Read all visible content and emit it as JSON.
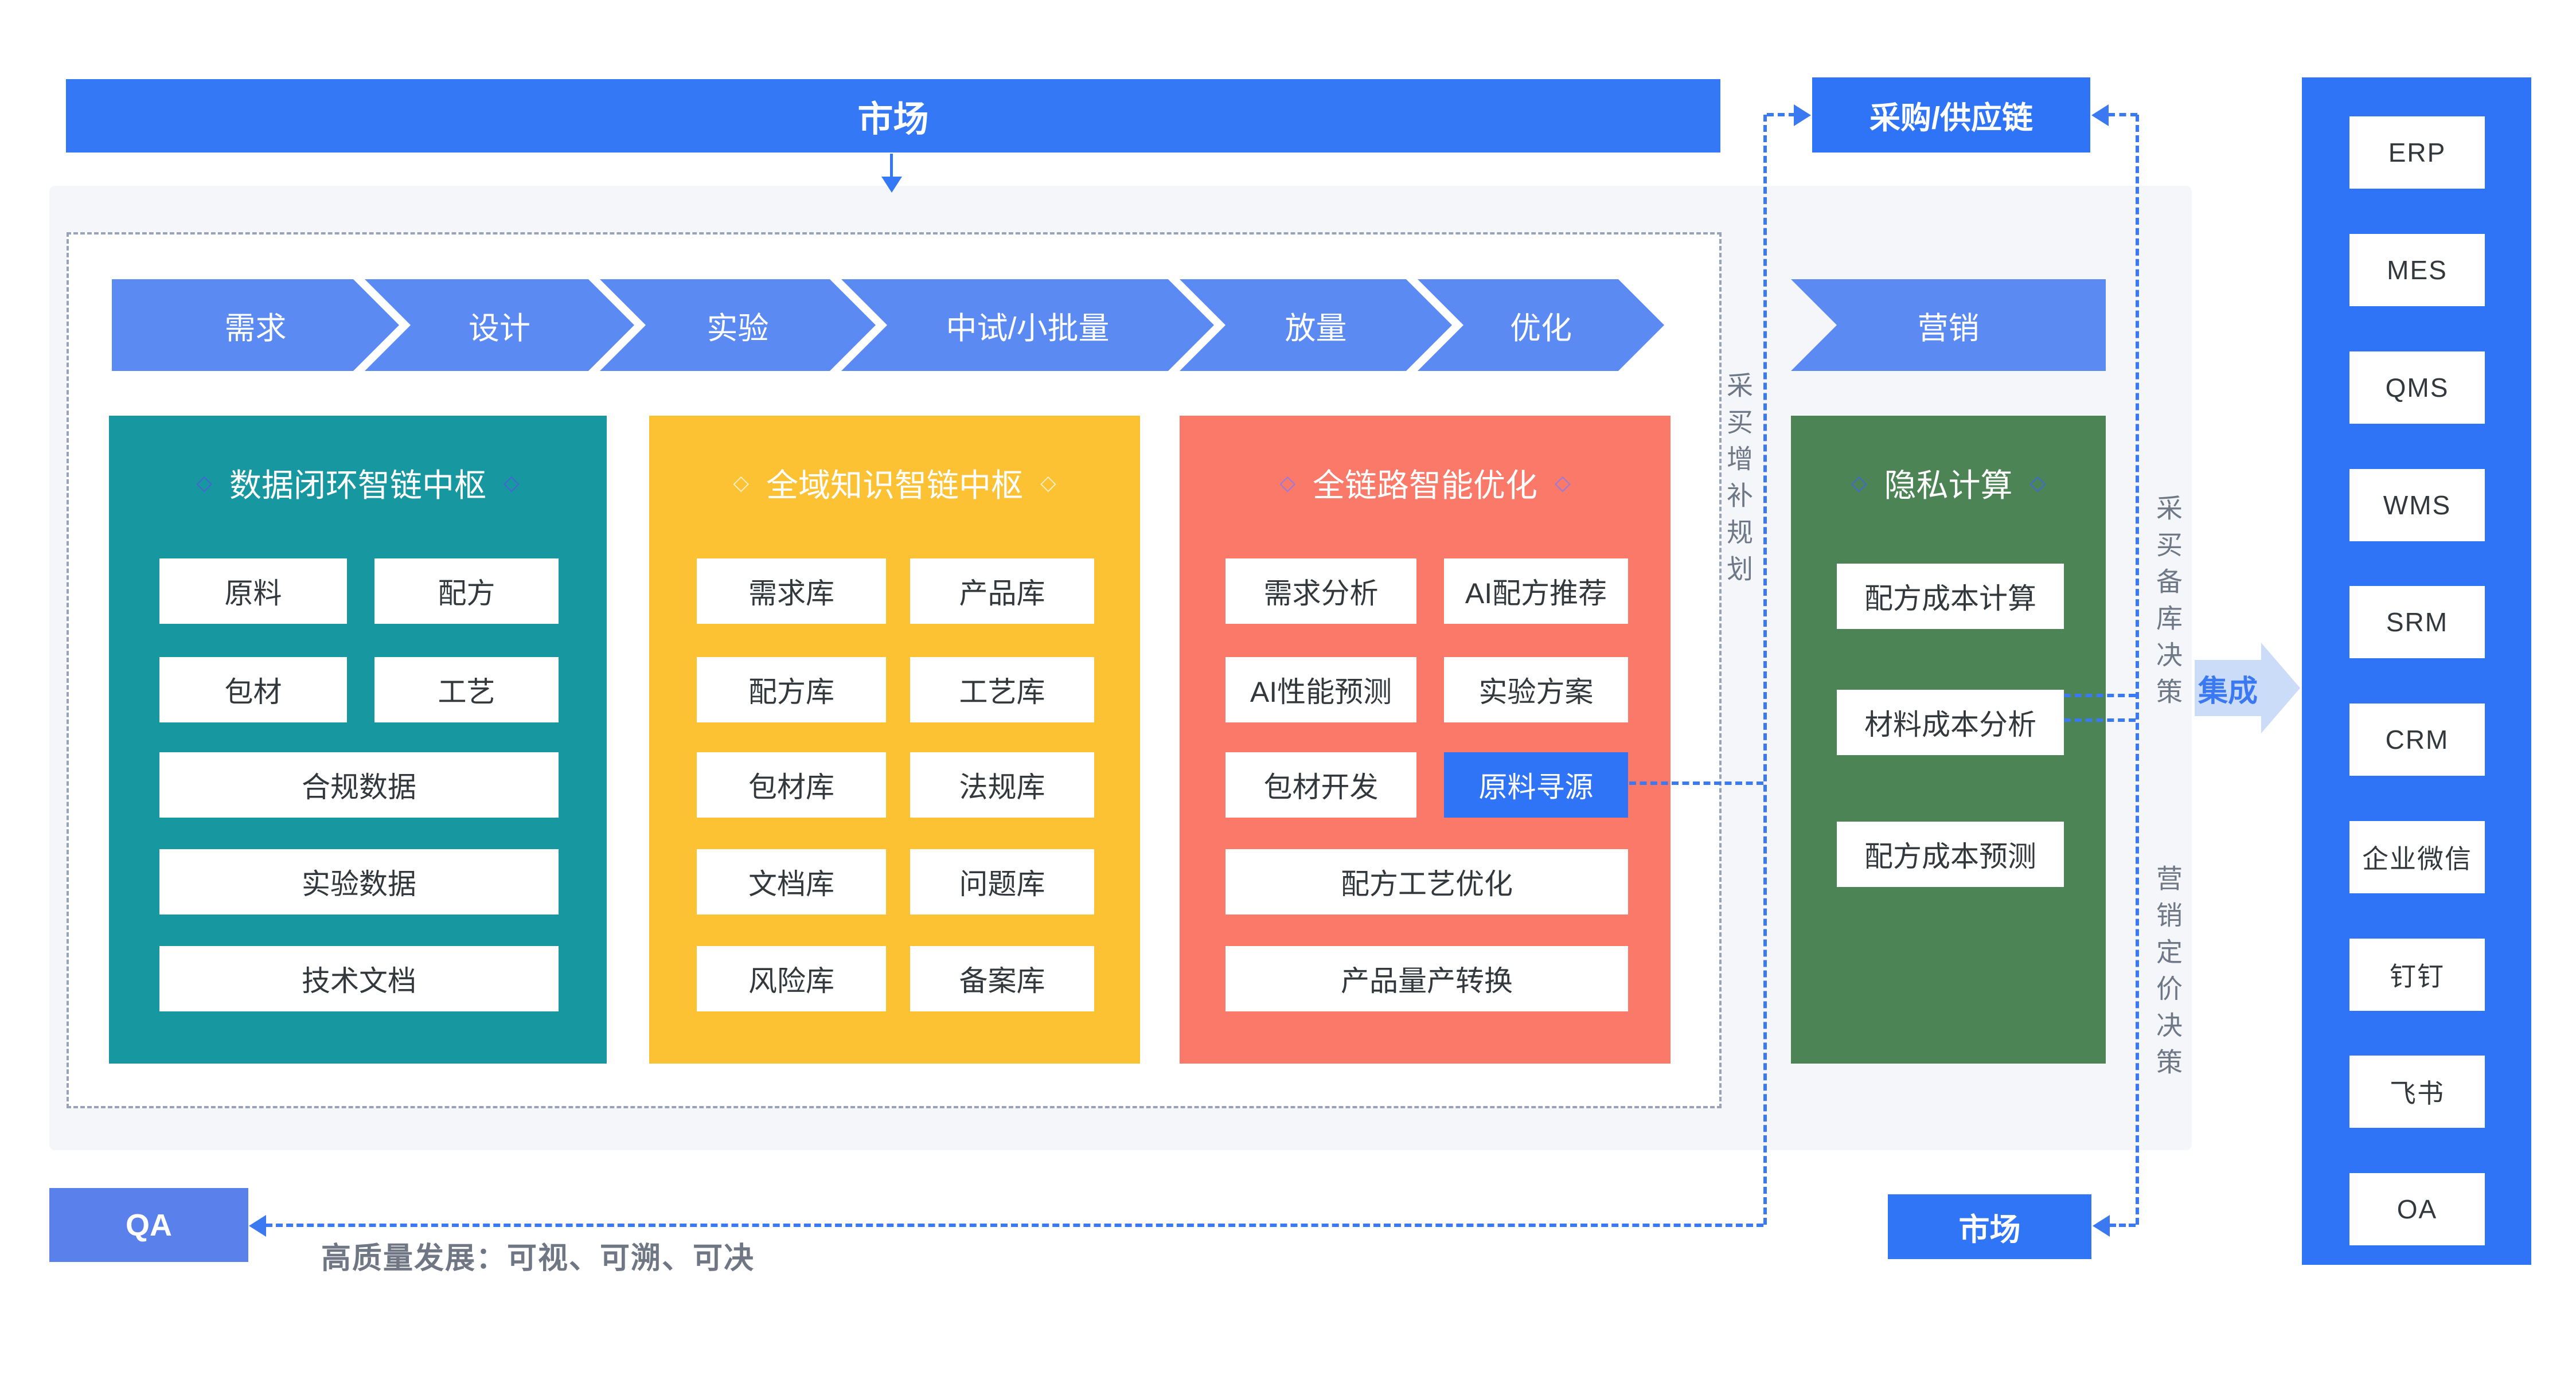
{
  "top_bar": {
    "label": "市场"
  },
  "procurement": {
    "label": "采购/供应链"
  },
  "flow": {
    "steps": [
      "需求",
      "设计",
      "实验",
      "中试/小批量",
      "放量",
      "优化"
    ],
    "marketing": "营销"
  },
  "ornament": "◇",
  "pillars": [
    {
      "title": "数据闭环智链中枢",
      "cards": [
        "原料",
        "配方",
        "包材",
        "工艺",
        "合规数据",
        "实验数据",
        "技术文档"
      ]
    },
    {
      "title": "全域知识智链中枢",
      "cards": [
        "需求库",
        "产品库",
        "配方库",
        "工艺库",
        "包材库",
        "法规库",
        "文档库",
        "问题库",
        "风险库",
        "备案库"
      ]
    },
    {
      "title": "全链路智能优化",
      "cards": [
        "需求分析",
        "AI配方推荐",
        "AI性能预测",
        "实验方案",
        "包材开发",
        "原料寻源",
        "配方工艺优化",
        "产品量产转换"
      ]
    },
    {
      "title": "隐私计算",
      "cards": [
        "配方成本计算",
        "材料成本分析",
        "配方成本预测"
      ]
    }
  ],
  "integrations": {
    "arrow_label": "集成",
    "systems": [
      "ERP",
      "MES",
      "QMS",
      "WMS",
      "SRM",
      "CRM",
      "企业微信",
      "钉钉",
      "飞书",
      "OA"
    ]
  },
  "annotations": {
    "purchase_replenish": "采买增补规划",
    "purchase_stock": "采买备库决策",
    "marketing_pricing": "营销定价决策",
    "quality": "高质量发展：可视、可溯、可决"
  },
  "bottom": {
    "qa": "QA",
    "market": "市场"
  },
  "colors": {
    "primary_blue": "#3075F5",
    "highlight_blue": "#2F74F6",
    "chevron_blue": "#5B8BF2",
    "teal": "#1797A0",
    "yellow": "#FCC234",
    "coral": "#FA7968",
    "green": "#4D8455",
    "qa_blue": "#5A81EB",
    "dashed_blue": "#3B79F3",
    "integration_fill": "#CBDCF9",
    "panel_gray": "#F4F6F9"
  }
}
